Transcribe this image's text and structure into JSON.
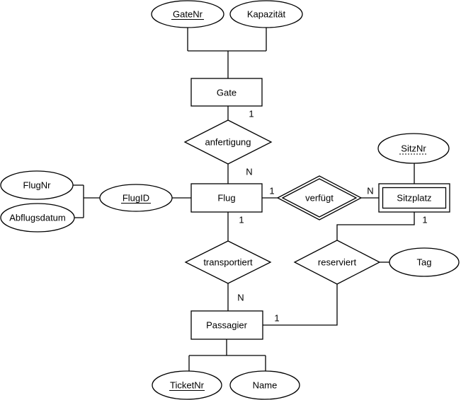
{
  "colors": {
    "background": "#ffffff",
    "stroke": "#000000",
    "text": "#000000"
  },
  "entities": [
    {
      "name": "Gate",
      "kind": "entity"
    },
    {
      "name": "Flug",
      "kind": "entity"
    },
    {
      "name": "Sitzplatz",
      "kind": "weak-entity"
    },
    {
      "name": "Passagier",
      "kind": "entity"
    }
  ],
  "relationships": [
    {
      "name": "anfertigung",
      "kind": "relationship",
      "between": "Gate - Flug"
    },
    {
      "name": "verfügt",
      "kind": "identifying-relationship",
      "between": "Flug - Sitzplatz"
    },
    {
      "name": "transportiert",
      "kind": "relationship",
      "between": "Flug - Passagier"
    },
    {
      "name": "reserviert",
      "kind": "relationship",
      "between": "Sitzplatz - Passagier"
    }
  ],
  "attributes": [
    {
      "name": "GateNr",
      "of": "Gate",
      "key": "primary"
    },
    {
      "name": "Kapazität",
      "of": "Gate",
      "key": "none"
    },
    {
      "name": "FlugNr",
      "of": "Flug",
      "key": "none"
    },
    {
      "name": "Abflugsdatum",
      "of": "Flug",
      "key": "none"
    },
    {
      "name": "FlugID",
      "of": "Flug",
      "key": "primary"
    },
    {
      "name": "SitzNr",
      "of": "Sitzplatz",
      "key": "partial"
    },
    {
      "name": "Tag",
      "of": "reserviert",
      "key": "none"
    },
    {
      "name": "TicketNr",
      "of": "Passagier",
      "key": "primary"
    },
    {
      "name": "Name",
      "of": "Passagier",
      "key": "none"
    }
  ],
  "cardinalities": [
    {
      "value": "1",
      "edge": "Gate - anfertigung"
    },
    {
      "value": "N",
      "edge": "anfertigung - Flug"
    },
    {
      "value": "1",
      "edge": "Flug - verfügt"
    },
    {
      "value": "N",
      "edge": "verfügt - Sitzplatz"
    },
    {
      "value": "1",
      "edge": "Flug - transportiert"
    },
    {
      "value": "N",
      "edge": "transportiert - Passagier"
    },
    {
      "value": "1",
      "edge": "Sitzplatz - reserviert"
    },
    {
      "value": "1",
      "edge": "Passagier - reserviert"
    }
  ]
}
